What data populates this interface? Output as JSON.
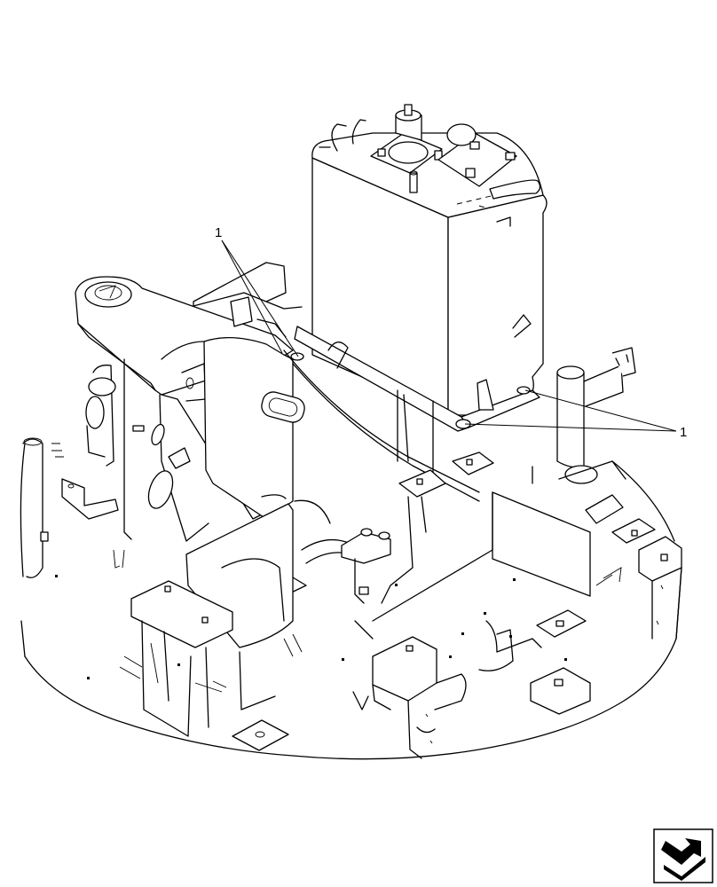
{
  "diagram": {
    "callouts": [
      {
        "id": "callout-upper-left",
        "label": "1"
      },
      {
        "id": "callout-right",
        "label": "1"
      }
    ],
    "nav_icon": "next-page-arrow-icon"
  }
}
